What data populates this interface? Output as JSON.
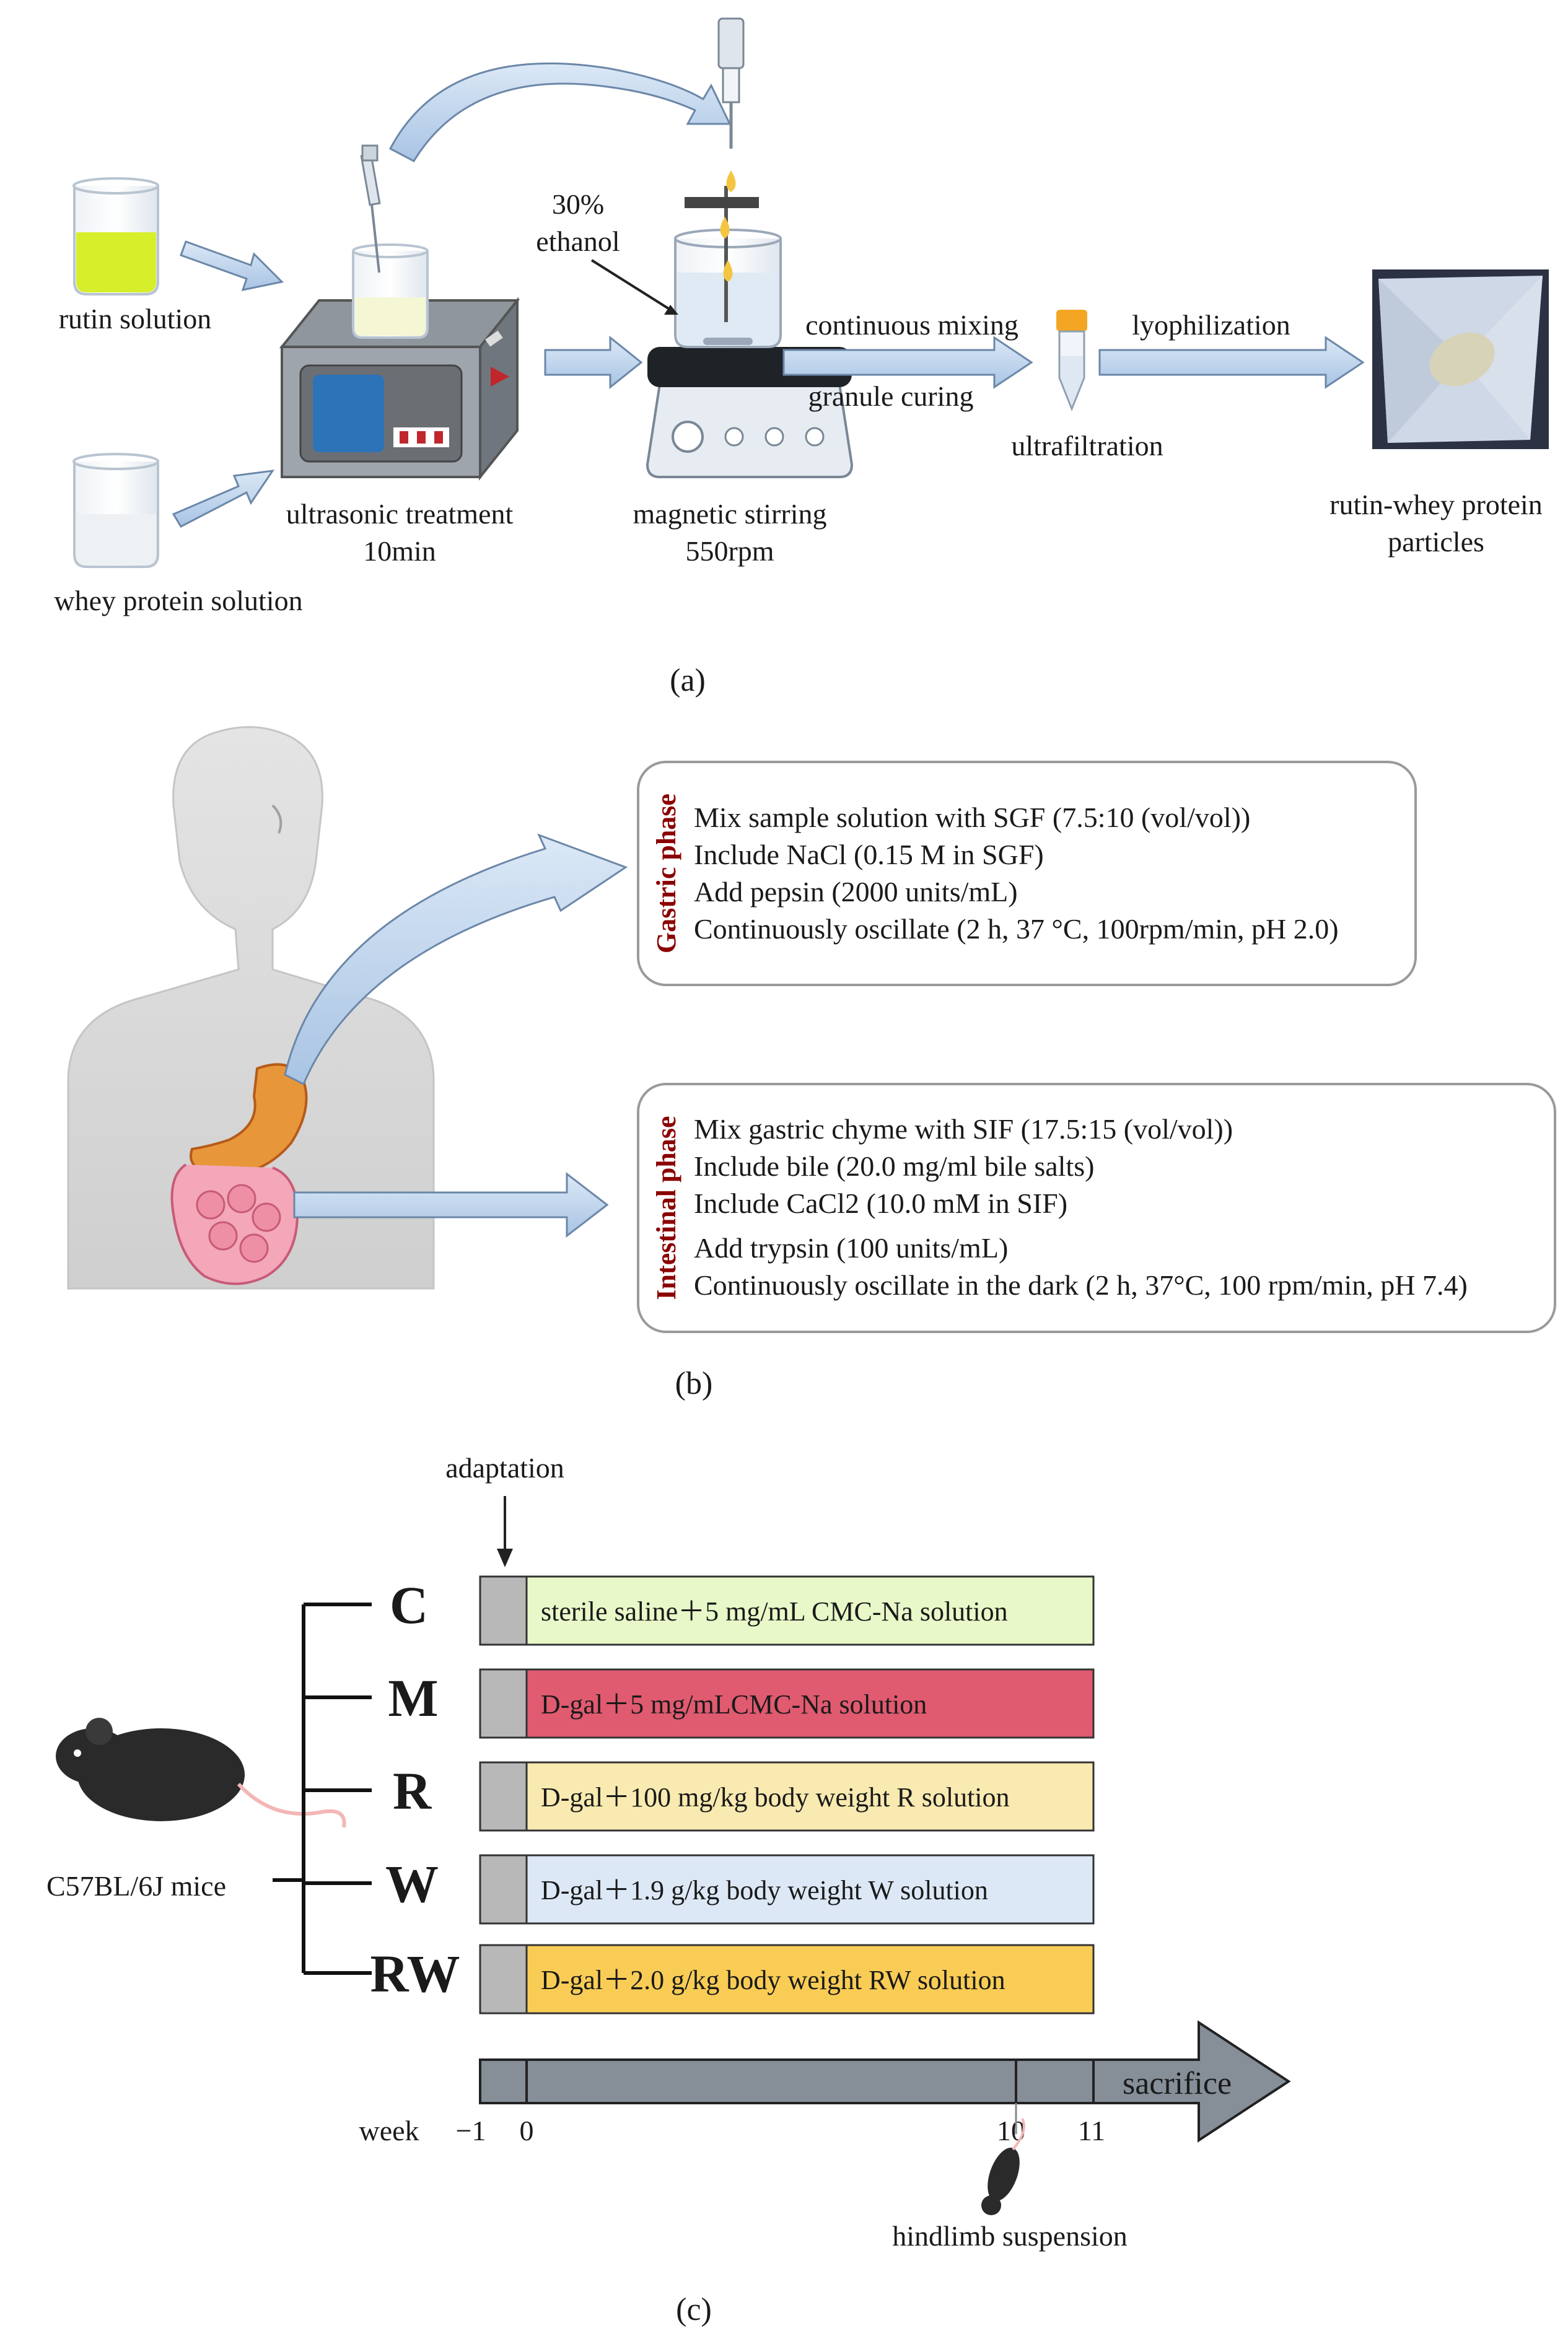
{
  "panel_a": {
    "label": "(a)",
    "rutin_solution": "rutin solution",
    "whey_protein_solution": "whey protein solution",
    "ultrasonic_treatment": "ultrasonic treatment",
    "ultrasonic_time": "10min",
    "ethanol_pct": "30%",
    "ethanol": "ethanol",
    "magnetic_stirring": "magnetic stirring",
    "stirring_speed": "550rpm",
    "continuous_mixing": "continuous mixing",
    "granule_curing": "granule curing",
    "ultrafiltration": "ultrafiltration",
    "lyophilization": "lyophilization",
    "product_line1": "rutin-whey protein",
    "product_line2": "particles"
  },
  "panel_b": {
    "label": "(b)",
    "gastric": {
      "title": "Gastric phase",
      "lines": [
        "Mix sample solution with SGF (7.5:10 (vol/vol))",
        "Include NaCl (0.15 M in SGF)",
        "Add pepsin (2000 units/mL)",
        "Continuously oscillate (2 h, 37 °C, 100rpm/min, pH 2.0)"
      ]
    },
    "intestinal": {
      "title": "Intestinal phase",
      "lines": [
        "Mix gastric chyme with SIF (17.5:15 (vol/vol))",
        "Include bile (20.0 mg/ml bile salts)",
        "Include CaCl2 (10.0 mM in SIF)",
        "Add trypsin (100 units/mL)",
        "Continuously oscillate in the dark (2 h, 37°C, 100 rpm/min, pH 7.4)"
      ]
    }
  },
  "panel_c": {
    "label": "(c)",
    "adaptation": "adaptation",
    "mice": "C57BL/6J mice",
    "groups": [
      {
        "code": "C",
        "treatment": "sterile saline＋5 mg/mL CMC-Na solution",
        "color": "#e8f8c8"
      },
      {
        "code": "M",
        "treatment": "D-gal＋5 mg/mLCMC-Na solution",
        "color": "#e05a70"
      },
      {
        "code": "R",
        "treatment": "D-gal＋100 mg/kg body weight R solution",
        "color": "#f8eab0"
      },
      {
        "code": "W",
        "treatment": "D-gal＋1.9 g/kg body weight W solution",
        "color": "#dde8f6"
      },
      {
        "code": "RW",
        "treatment": "D-gal＋2.0 g/kg body weight RW solution",
        "color": "#f9cd55"
      }
    ],
    "timeline": {
      "week_label": "week",
      "ticks": [
        "−1",
        "0",
        "10",
        "11"
      ],
      "sacrifice": "sacrifice",
      "hindlimb": "hindlimb suspension"
    }
  }
}
